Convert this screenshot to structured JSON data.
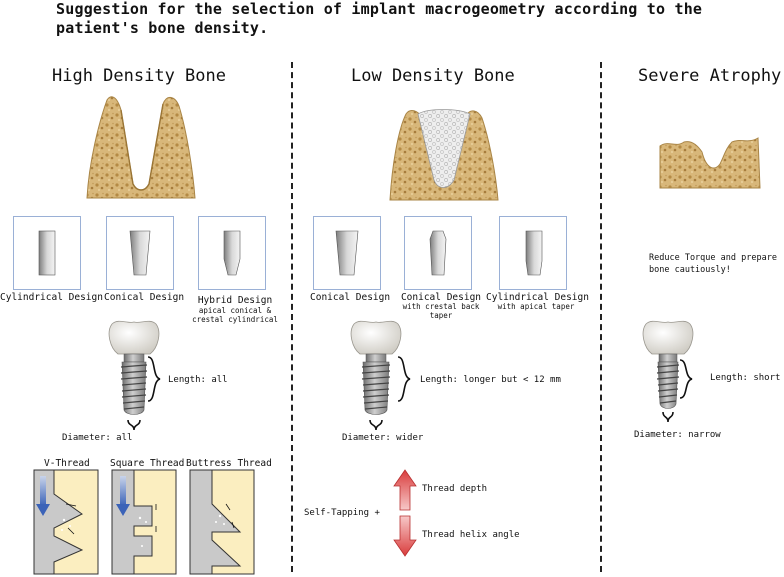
{
  "title": "Suggestion for the selection of implant macrogeometry according to the\npatient's bone density.",
  "columns": [
    {
      "heading": "High Density Bone",
      "designs": [
        {
          "label": "Cylindrical Design",
          "sub": ""
        },
        {
          "label": "Conical Design",
          "sub": ""
        },
        {
          "label": "Hybrid Design",
          "sub": "apical conical &\ncrestal cylindrical"
        }
      ],
      "length": "Length: all",
      "diameter": "Diameter: all",
      "threads": [
        "V-Thread",
        "Square Thread",
        "Buttress Thread"
      ]
    },
    {
      "heading": "Low Density Bone",
      "designs": [
        {
          "label": "Conical Design",
          "sub": ""
        },
        {
          "label": "Conical Design",
          "sub": "with crestal back\ntaper"
        },
        {
          "label": "Cylindrical Design",
          "sub": "with apical taper"
        }
      ],
      "length": "Length: longer but < 12 mm",
      "diameter": "Diameter: wider",
      "self_tapping": "Self-Tapping +",
      "thread_depth": "Thread depth",
      "thread_helix": "Thread helix angle"
    },
    {
      "heading": "Severe Atrophy",
      "note": "Reduce Torque and prepare\nbone cautiously!",
      "length": "Length: short",
      "diameter": "Diameter: narrow"
    }
  ],
  "colors": {
    "bone": "#d8b77a",
    "box_border": "#9ab0d6",
    "arrow_red": "#e0484a",
    "thread_bg": "#fbeec0",
    "implant_grey": "#c9c9c9"
  }
}
